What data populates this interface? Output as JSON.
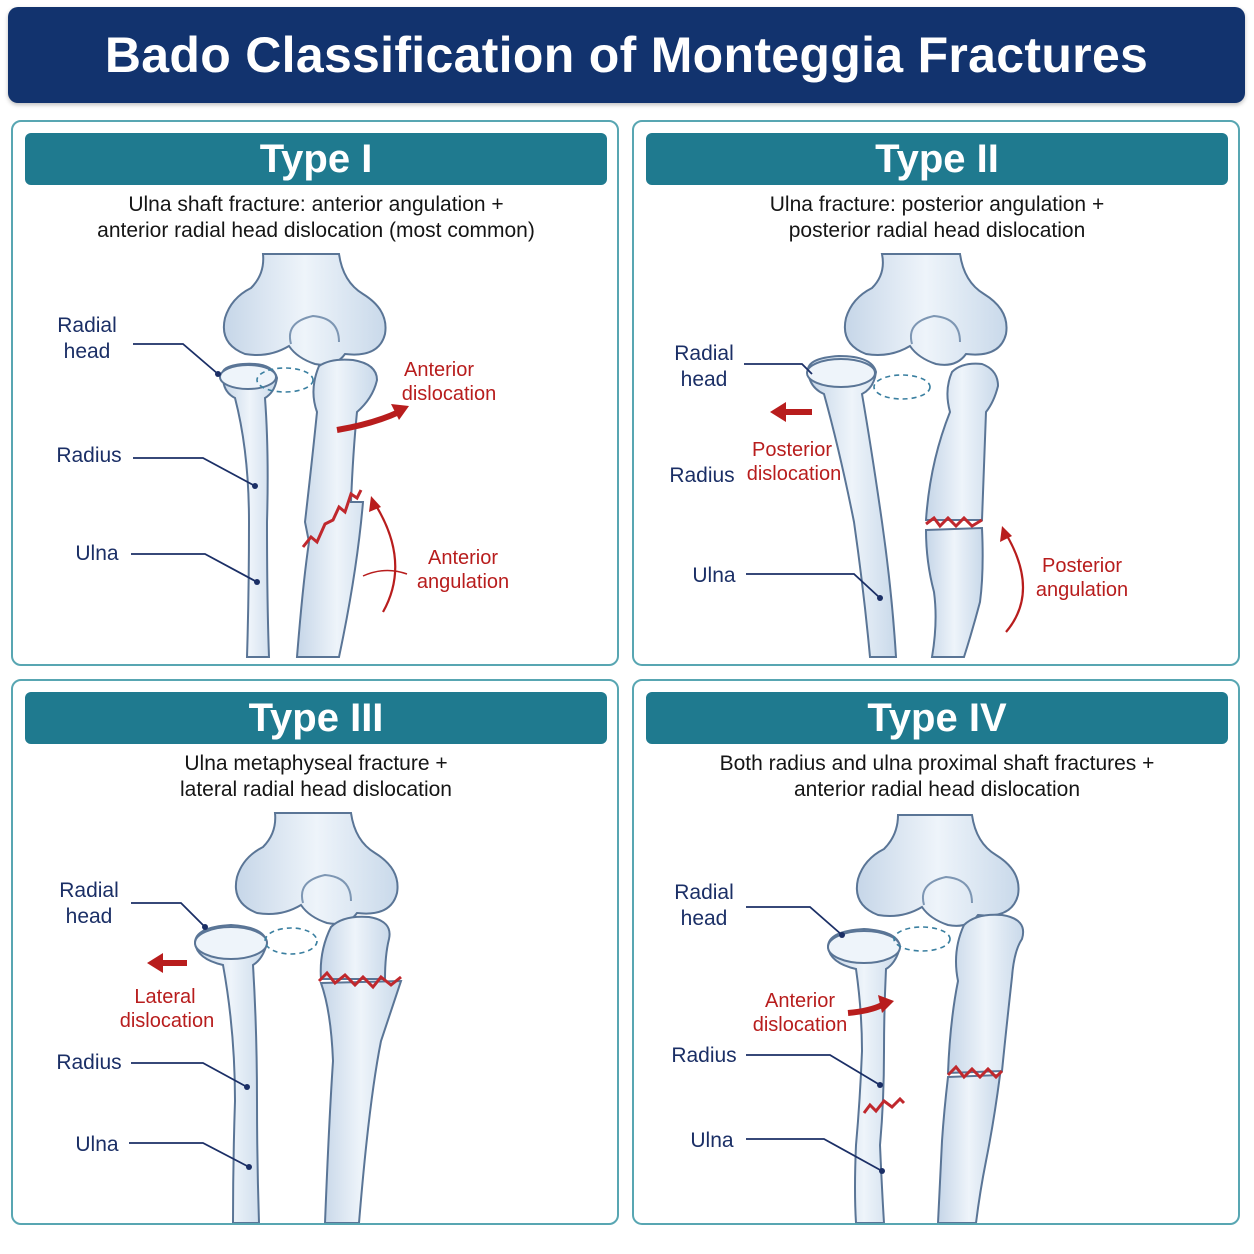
{
  "title": "Bado Classification of Monteggia Fractures",
  "colors": {
    "banner": "#12336e",
    "panel_header": "#1f7a8f",
    "panel_border": "#58a6b2",
    "anatomy_label": "#1b2f66",
    "annotation_red": "#b81d1d",
    "bone_fill": "#dfe9f4",
    "bone_outline": "#5a7596"
  },
  "panels": [
    {
      "type": "Type I",
      "description": [
        "Ulna shaft fracture: anterior angulation +",
        "anterior radial head dislocation (most common)"
      ],
      "labels": {
        "radial_head": [
          "Radial",
          "head"
        ],
        "radius": "Radius",
        "ulna": "Ulna"
      },
      "annotations": {
        "dislocation": [
          "Anterior",
          "dislocation"
        ],
        "angulation": [
          "Anterior",
          "angulation"
        ]
      }
    },
    {
      "type": "Type II",
      "description": [
        "Ulna fracture: posterior angulation +",
        "posterior radial head dislocation"
      ],
      "labels": {
        "radial_head": [
          "Radial",
          "head"
        ],
        "radius": "Radius",
        "ulna": "Ulna"
      },
      "annotations": {
        "dislocation": [
          "Posterior",
          "dislocation"
        ],
        "angulation": [
          "Posterior",
          "angulation"
        ]
      }
    },
    {
      "type": "Type III",
      "description": [
        "Ulna metaphyseal fracture +",
        "lateral radial head dislocation"
      ],
      "labels": {
        "radial_head": [
          "Radial",
          "head"
        ],
        "radius": "Radius",
        "ulna": "Ulna"
      },
      "annotations": {
        "dislocation": [
          "Lateral",
          "dislocation"
        ]
      }
    },
    {
      "type": "Type IV",
      "description": [
        "Both radius and ulna proximal shaft fractures +",
        "anterior radial head dislocation"
      ],
      "labels": {
        "radial_head": [
          "Radial",
          "head"
        ],
        "radius": "Radius",
        "ulna": "Ulna"
      },
      "annotations": {
        "dislocation": [
          "Anterior",
          "dislocation"
        ]
      }
    }
  ]
}
